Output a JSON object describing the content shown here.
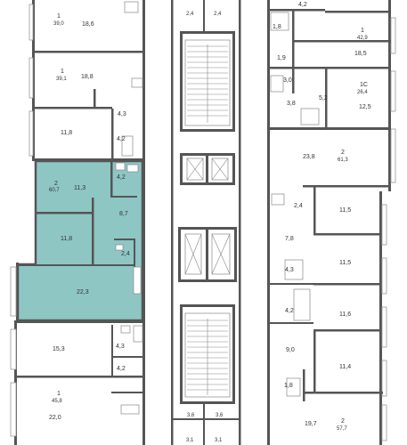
{
  "highlight_color": "#8ec6c4",
  "wall_color": "#555555",
  "left_units": [
    {
      "rooms": "1",
      "area": "39,0",
      "room_area": "18,6"
    },
    {
      "rooms": "1",
      "area": "39,1",
      "room_area": "18,8"
    },
    {
      "rooms": "2",
      "area": "60,7",
      "selected": true
    },
    {
      "rooms": "1",
      "area": "45,8",
      "room_area": "22,0"
    }
  ],
  "left_rooms": [
    "4,3",
    "11,8",
    "4,2",
    "11,3",
    "4,2",
    "8,7",
    "11,8",
    "2,4",
    "22,3",
    "15,3",
    "4,3",
    "4,2"
  ],
  "core_labels": [
    "2,4",
    "2,4",
    "3,6",
    "3,6",
    "3,1",
    "3,1"
  ],
  "right_units": [
    {
      "rooms": "1",
      "area": "42,9",
      "room_area": "18,5"
    },
    {
      "rooms": "1С",
      "area": "26,4",
      "room_area": "12,5"
    },
    {
      "rooms": "2",
      "area": "61,3",
      "room_area": "23,8"
    },
    {
      "rooms": "2",
      "area": "57,7",
      "room_area": "19,7"
    }
  ],
  "right_rooms": [
    "4,2",
    "1,8",
    "1,9",
    "3,0",
    "5,2",
    "3,8",
    "2,4",
    "11,5",
    "7,8",
    "11,5",
    "4,3",
    "4,2",
    "11,6",
    "9,0",
    "11,4",
    "1,8"
  ]
}
